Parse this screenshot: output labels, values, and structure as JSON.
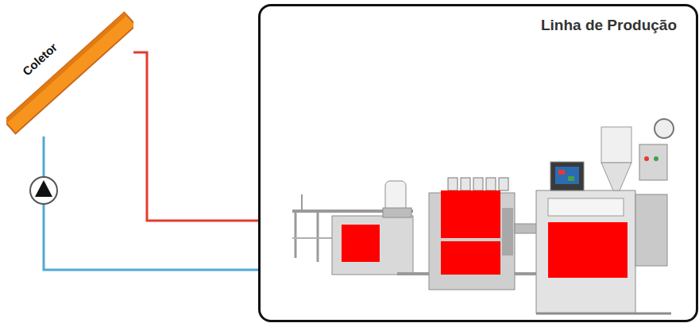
{
  "diagram": {
    "nodes": [
      {
        "text": [
          "Coletor"
        ]
      },
      {
        "text": [
          "Linha de Produção"
        ]
      }
    ],
    "edges": [
      {
        "from": 0,
        "to": 1,
        "arrow": "none"
      },
      {
        "from": 1,
        "to": 0,
        "arrow": "none"
      }
    ]
  }
}
